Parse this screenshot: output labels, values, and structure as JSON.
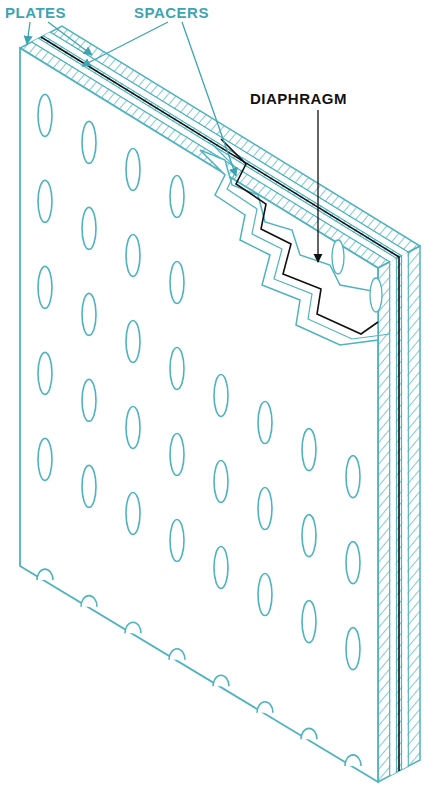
{
  "diagram": {
    "labels": [
      "PLATES",
      "SPACERS",
      "DIAPHRAGM"
    ]
  }
}
